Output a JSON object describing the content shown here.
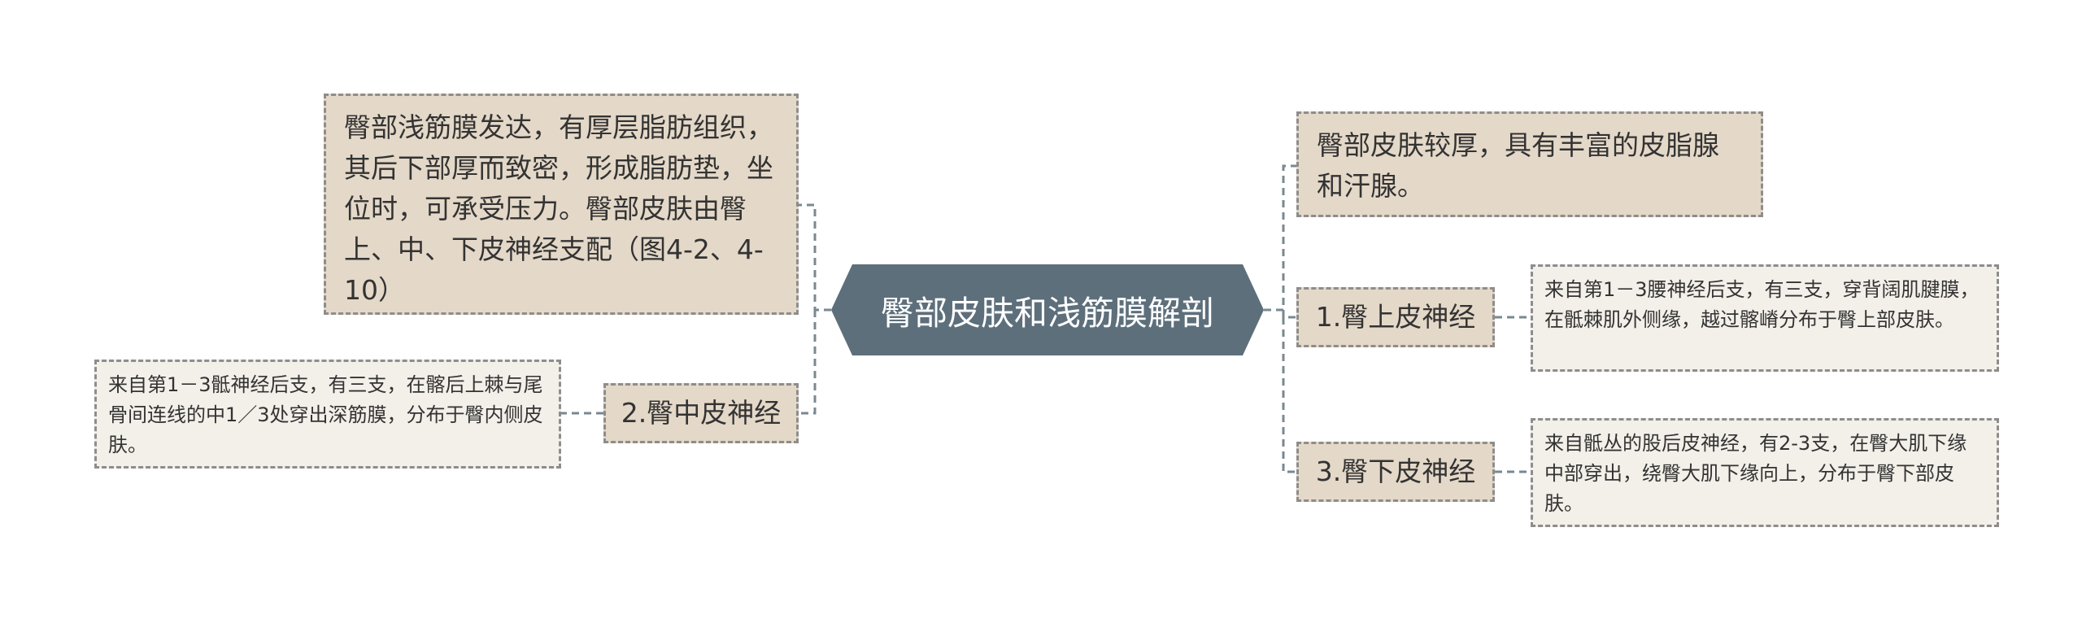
{
  "root": {
    "label": "臀部皮肤和浅筋膜解剖"
  },
  "left": {
    "fascia": "臀部浅筋膜发达，有厚层脂肪组织，其后下部厚而致密，形成脂肪垫，坐位时，可承受压力。臀部皮肤由臀上、中、下皮神经支配（图4-2、4-10）",
    "middle_nerve": {
      "label": "2.臀中皮神经",
      "detail": "来自第1－3骶神经后支，有三支，在髂后上棘与尾骨间连线的中1／3处穿出深筋膜，分布于臀内侧皮肤。"
    }
  },
  "right": {
    "skin": "臀部皮肤较厚，具有丰富的皮脂腺和汗腺。",
    "upper_nerve": {
      "label": "1.臀上皮神经",
      "detail": "来自第1－3腰神经后支，有三支，穿背阔肌腱膜，在骶棘肌外侧缘，越过髂嵴分布于臀上部皮肤。"
    },
    "lower_nerve": {
      "label": "3.臀下皮神经",
      "detail": "来自骶丛的股后皮神经，有2-3支，在臀大肌下缘中部穿出，绕臀大肌下缘向上，分布于臀下部皮肤。"
    }
  },
  "colors": {
    "root_fill": "#5d6f7b",
    "topic_fill": "#e4d8c8",
    "leaf_fill": "#f3efe9",
    "border": "#8d8d8d",
    "connector": "#7a8890"
  }
}
